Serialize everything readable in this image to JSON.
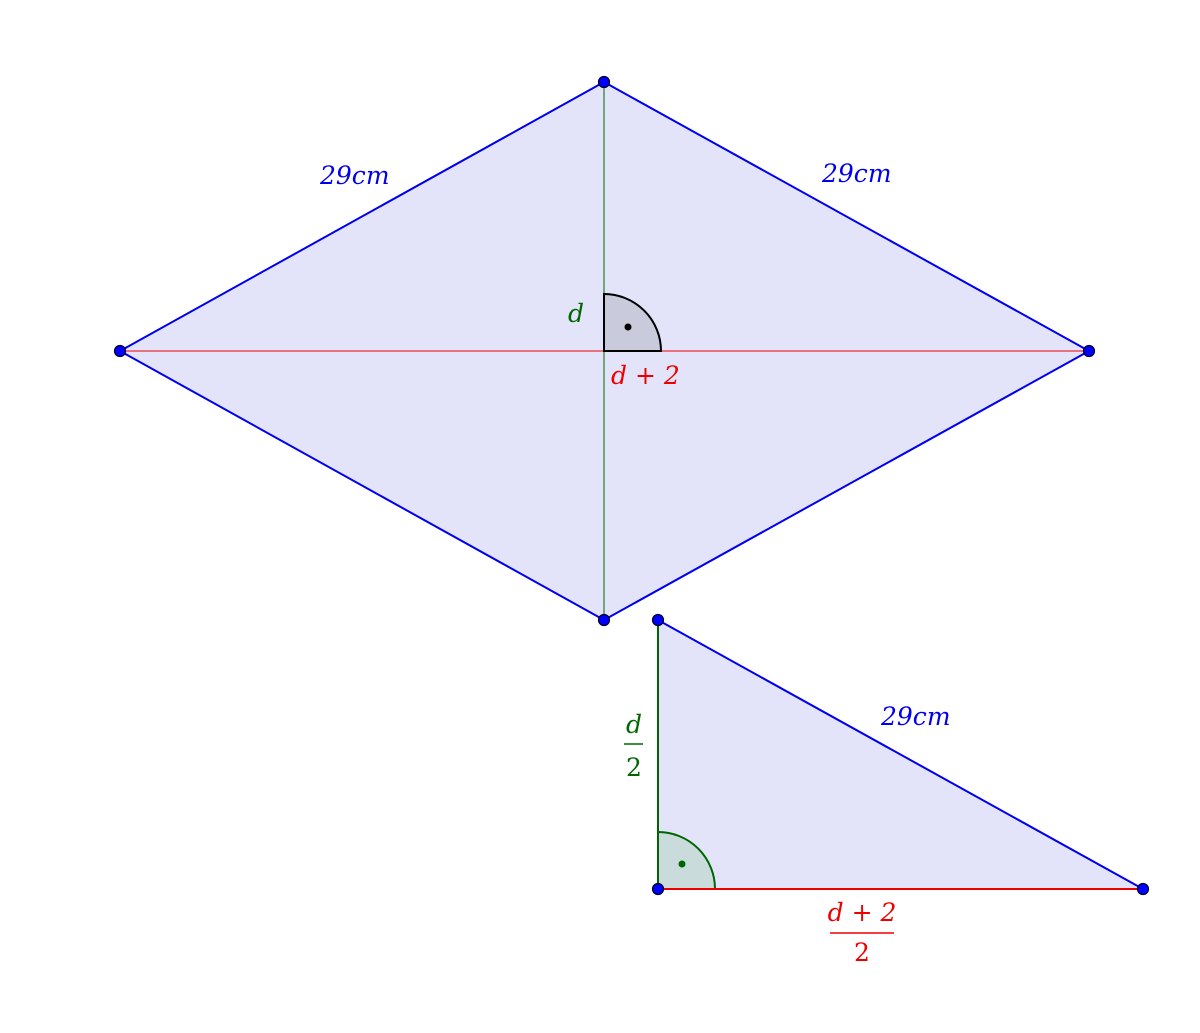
{
  "rhombus": {
    "side_top_left": "29cm",
    "side_top_right": "29cm",
    "diagonal_vertical_label": "d",
    "diagonal_horizontal_label": "d + 2"
  },
  "triangle": {
    "hypotenuse": "29cm",
    "leg_vertical_num": "d",
    "leg_vertical_den": "2",
    "leg_horizontal_num": "d + 2",
    "leg_horizontal_den": "2"
  },
  "colors": {
    "fill": "#e3e3fa",
    "side": "#0000ee",
    "diagonal_d": "#006600",
    "diagonal_d2": "#ee0000",
    "angle_fill_black": "#c9cadb",
    "angle_fill_green": "#c9dbdb",
    "point": "#0000ff"
  }
}
